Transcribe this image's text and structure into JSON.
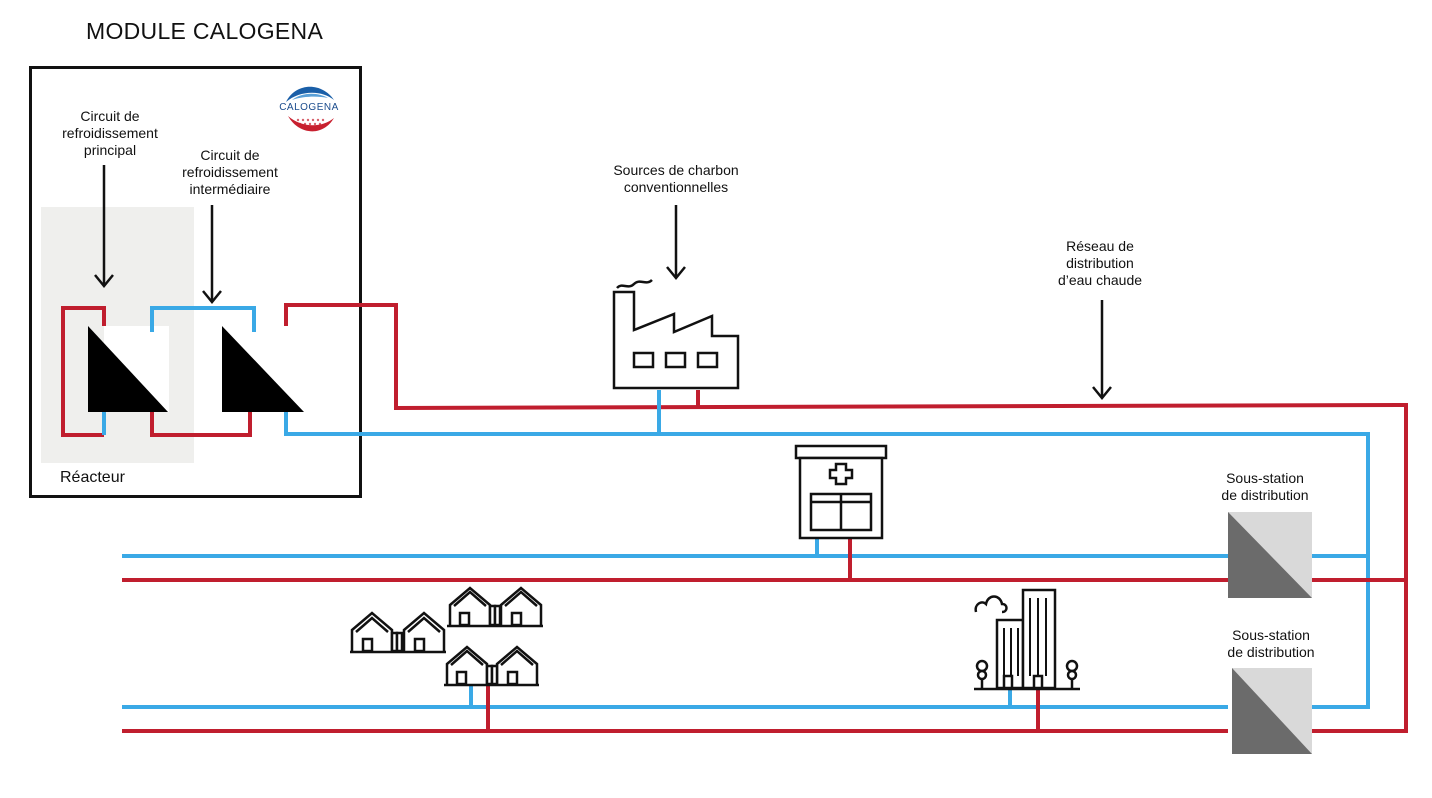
{
  "title": "MODULE CALOGENA",
  "logo": {
    "text": "CALOGENA",
    "colors": {
      "blue": "#1a5fa8",
      "red": "#c8202f"
    }
  },
  "labels": {
    "primary_circuit": [
      "Circuit de",
      "refroidissement",
      "principal"
    ],
    "intermediate_circuit": [
      "Circuit de",
      "refroidissement",
      "intermédiaire"
    ],
    "reactor": "Réacteur",
    "coal_sources": [
      "Sources de charbon",
      "conventionnelles"
    ],
    "hot_water_network": [
      "Réseau de",
      "distribution",
      "d’eau chaude"
    ],
    "substation_1": [
      "Sous-station",
      "de distribution"
    ],
    "substation_2": [
      "Sous-station",
      "de distribution"
    ]
  },
  "colors": {
    "hot": "#c01e2e",
    "cold": "#3aa9e6",
    "ink": "#111111",
    "reactor_bg": "#efefed",
    "substation_dark": "#6b6b6b",
    "substation_light": "#d9d9d9"
  },
  "icons": [
    "arrow-down-icon",
    "heat-exchanger-icon",
    "factory-icon",
    "hospital-icon",
    "houses-icon",
    "city-buildings-icon",
    "substation-icon",
    "calogena-logo"
  ]
}
